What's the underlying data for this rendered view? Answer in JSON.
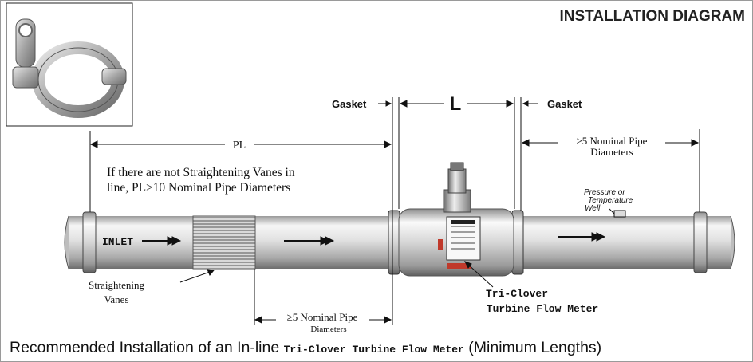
{
  "header": {
    "title": "INSTALLATION DIAGRAM"
  },
  "labels": {
    "gasket_left": "Gasket",
    "gasket_right": "Gasket",
    "meter_length": "L",
    "pipe_length": "PL",
    "upstream_note_line1": "If there are not Straightening Vanes in",
    "upstream_note_line2": "line, PL≥10 Nominal Pipe Diameters",
    "downstream_diameters_line1": "≥5 Nominal Pipe",
    "downstream_diameters_line2": "Diameters",
    "upstream_diameters_line1": "≥5 Nominal Pipe",
    "upstream_diameters_line2": "Diameters",
    "pressure_well_line1": "Pressure or",
    "pressure_well_line2": "Temperature",
    "pressure_well_line3": "Well",
    "inlet": "INLET",
    "straightening_vanes_line1": "Straightening",
    "straightening_vanes_line2": "Vanes",
    "meter_name_line1": "Tri-Clover",
    "meter_name_line2": "Turbine Flow Meter"
  },
  "caption": {
    "prefix": "Recommended Installation of an In-line ",
    "product": "Tri-Clover Turbine Flow Meter",
    "suffix": " (Minimum Lengths)"
  },
  "colors": {
    "pipe_light": "#f4f4f4",
    "pipe_mid": "#cfcfcf",
    "pipe_dark": "#8a8a8a",
    "accent_red": "#c0392b",
    "ink": "#111111"
  }
}
